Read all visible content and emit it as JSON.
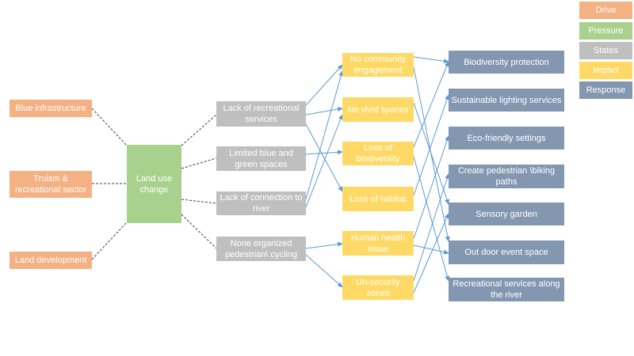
{
  "colors": {
    "drive": "#f4b183",
    "pressure": "#a9d18e",
    "state": "#bfbfbf",
    "impact": "#ffd966",
    "response": "#8497b0",
    "arrow": "#5b9bd5",
    "dashed": "#404040"
  },
  "legend": {
    "drive": "Drive",
    "pressure": "Pressure",
    "states": "States",
    "impact": "Impact",
    "response": "Response"
  },
  "drivers": [
    "Blue infrastructure",
    "Truism & recreational sector",
    "Land development"
  ],
  "pressure": "Land use change",
  "states": [
    "Lack of recreational services",
    "Limited blue and green spaces",
    "Lack of connection to river",
    "None organized pedestrian\\ cycling"
  ],
  "impacts": [
    "No community engagement",
    "No vivid spaces",
    "Loss of biodiversity",
    "Loss of habitat",
    "Human health issue",
    "Un-security zones"
  ],
  "responses": [
    "Biodiversity protection",
    "Sustainable lighting services",
    "Eco-friendly settings",
    "Create pedestrian \\biking paths",
    "Sensory garden",
    "Out door event space",
    "Recreational services along the river"
  ]
}
